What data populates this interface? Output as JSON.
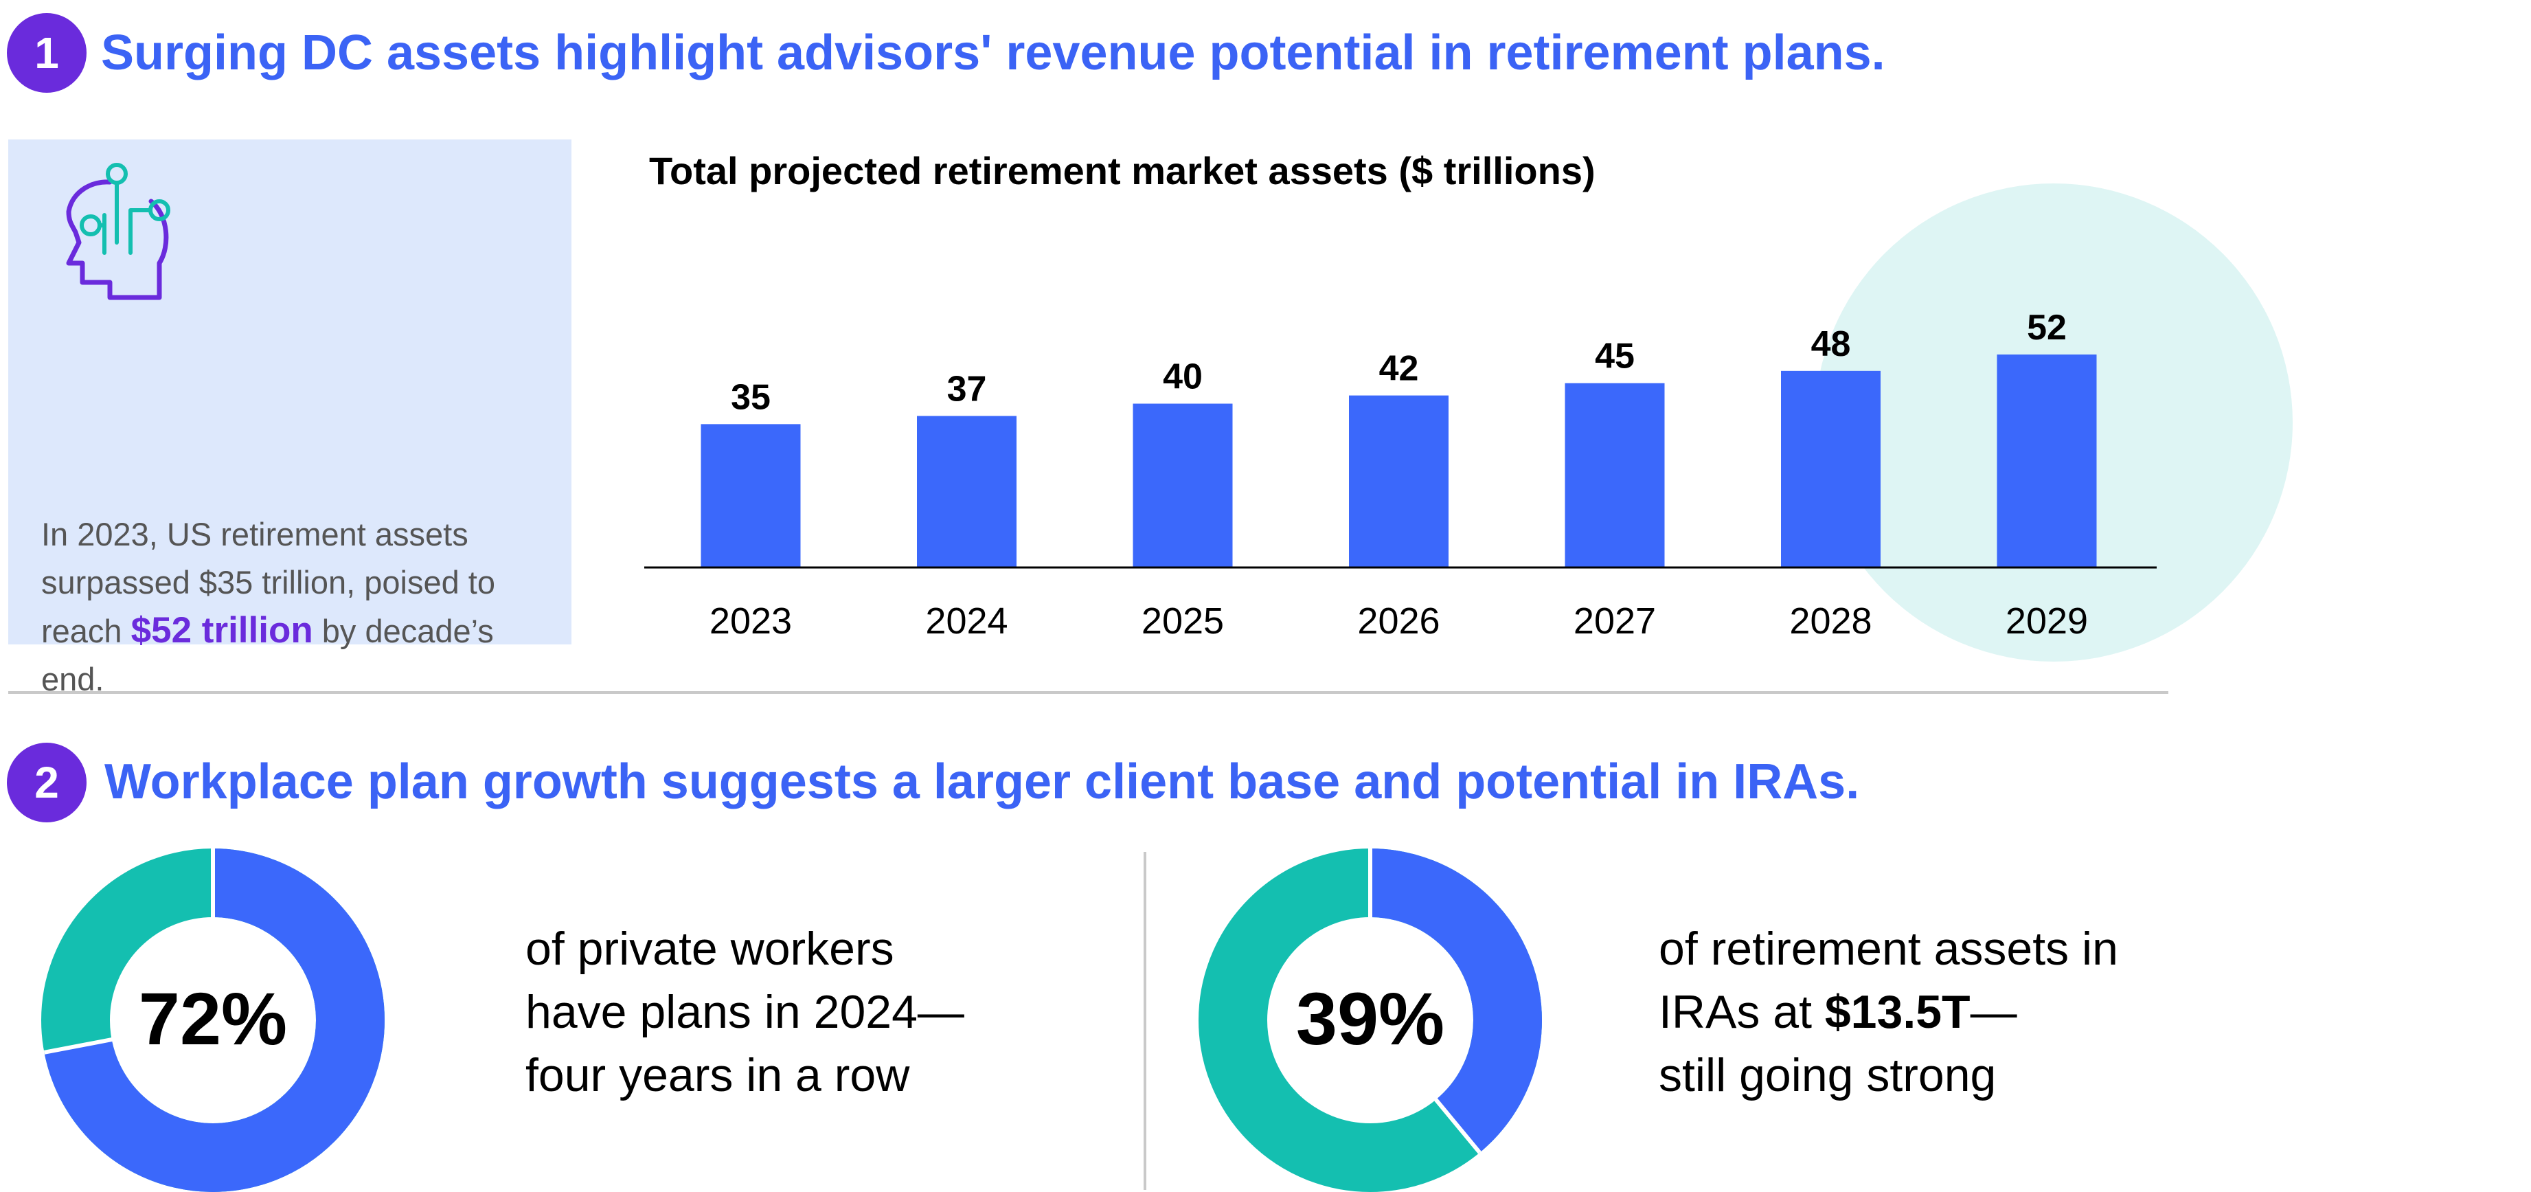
{
  "section1": {
    "number": "1",
    "heading": "Surging DC assets highlight advisors' revenue potential in retirement plans.",
    "card": {
      "text_before": "In 2023, US retirement assets surpassed $35 trillion, poised to reach ",
      "highlight": "$52 trillion",
      "text_after": " by decade’s end."
    }
  },
  "section2": {
    "number": "2",
    "heading": "Workplace plan growth suggests a larger client base and potential in IRAs.",
    "stat1": {
      "value_label": "72%",
      "value": 72,
      "lines": [
        "of private workers",
        "have plans in 2024—",
        "four years in a row"
      ]
    },
    "stat2": {
      "value_label": "39%",
      "value": 39,
      "line1": "of retirement assets in",
      "line2_before": "IRAs at ",
      "line2_bold": "$13.5T",
      "line2_after": "—",
      "line3": "still going strong"
    }
  },
  "colors": {
    "bar_blue": "#3b68fb",
    "teal": "#14bfb0",
    "purple": "#6a2bdc",
    "heading_blue": "#3b63f5",
    "highlight_circle": "#def5f4",
    "card_bg": "#dde8fc"
  },
  "icons": {
    "card_icon": "head-circuit-icon"
  },
  "chart_data": {
    "type": "bar",
    "title": "Total projected retirement market assets ($ trillions)",
    "categories": [
      "2023",
      "2024",
      "2025",
      "2026",
      "2027",
      "2028",
      "2029"
    ],
    "values": [
      35,
      37,
      40,
      42,
      45,
      48,
      52
    ],
    "xlabel": "",
    "ylabel": "",
    "ylim": [
      0,
      52
    ],
    "grid": false,
    "highlighted_category": "2029"
  }
}
